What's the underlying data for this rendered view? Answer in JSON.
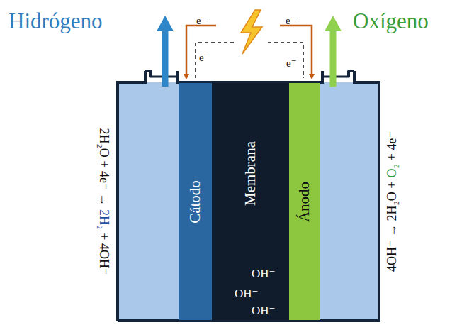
{
  "diagram": {
    "nodes": [
      {
        "text": [
          "Cátodo"
        ]
      },
      {
        "text": [
          "Membrana"
        ]
      },
      {
        "text": [
          "Ánodo"
        ]
      }
    ],
    "labels": [
      "Hidrógeno",
      "Oxígeno",
      "e⁻",
      "e⁻",
      "e⁻",
      "e⁻",
      "2H₂O + 4e⁻ →",
      "2H₂",
      "+ 4OH⁻",
      "4OH⁻ → 2H₂O +",
      "O₂",
      "+ 4e⁻",
      "OH⁻",
      "OH⁻",
      "OH⁻"
    ]
  }
}
